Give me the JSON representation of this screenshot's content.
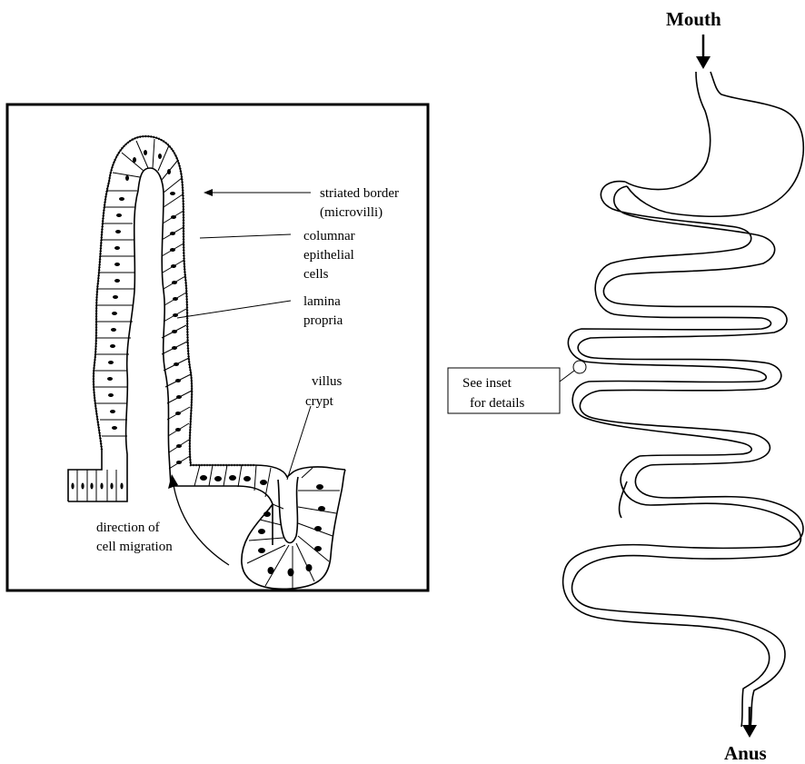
{
  "inset": {
    "labels": {
      "striated_border": "striated border",
      "microvilli": "(microvilli)",
      "columnar_1": "columnar",
      "columnar_2": "epithelial",
      "columnar_3": "cells",
      "lamina_1": "lamina",
      "lamina_2": "propria",
      "villus": "villus",
      "crypt": "crypt",
      "migration_1": "direction of",
      "migration_2": "cell migration"
    }
  },
  "tract": {
    "mouth": "Mouth",
    "anus": "Anus",
    "callout_1": "See inset",
    "callout_2": "for details"
  },
  "colors": {
    "stroke": "#000000",
    "background": "#ffffff"
  }
}
